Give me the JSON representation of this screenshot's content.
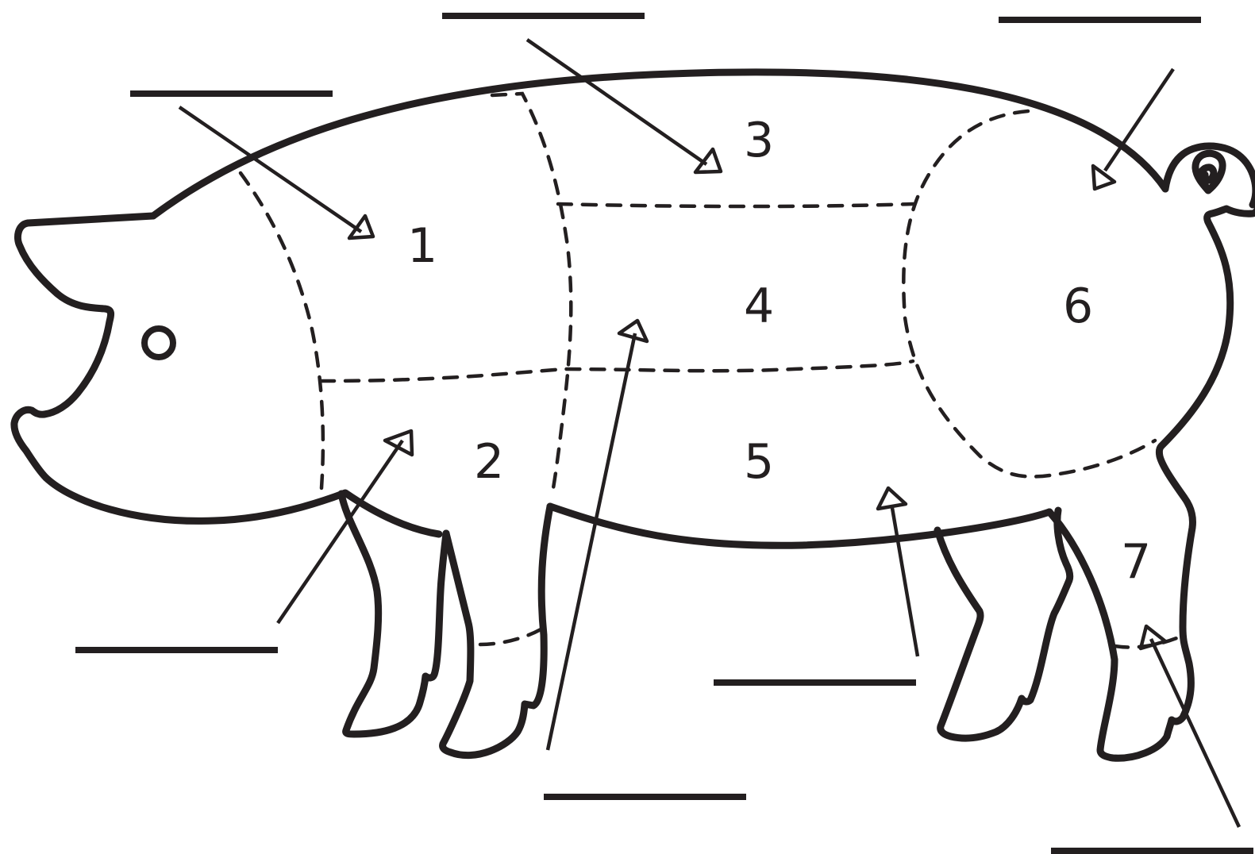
{
  "diagram": {
    "regions": [
      {
        "id": "1",
        "label": "1"
      },
      {
        "id": "2",
        "label": "2"
      },
      {
        "id": "3",
        "label": "3"
      },
      {
        "id": "4",
        "label": "4"
      },
      {
        "id": "5",
        "label": "5"
      },
      {
        "id": "6",
        "label": "6"
      },
      {
        "id": "7",
        "label": "7"
      }
    ],
    "answer_blanks": [
      {
        "id": "blank-1",
        "value": ""
      },
      {
        "id": "blank-2",
        "value": ""
      },
      {
        "id": "blank-3",
        "value": ""
      },
      {
        "id": "blank-4",
        "value": ""
      },
      {
        "id": "blank-5",
        "value": ""
      },
      {
        "id": "blank-6",
        "value": ""
      },
      {
        "id": "blank-7",
        "value": ""
      }
    ],
    "colors": {
      "ink": "#231f20",
      "background": "#ffffff"
    }
  }
}
